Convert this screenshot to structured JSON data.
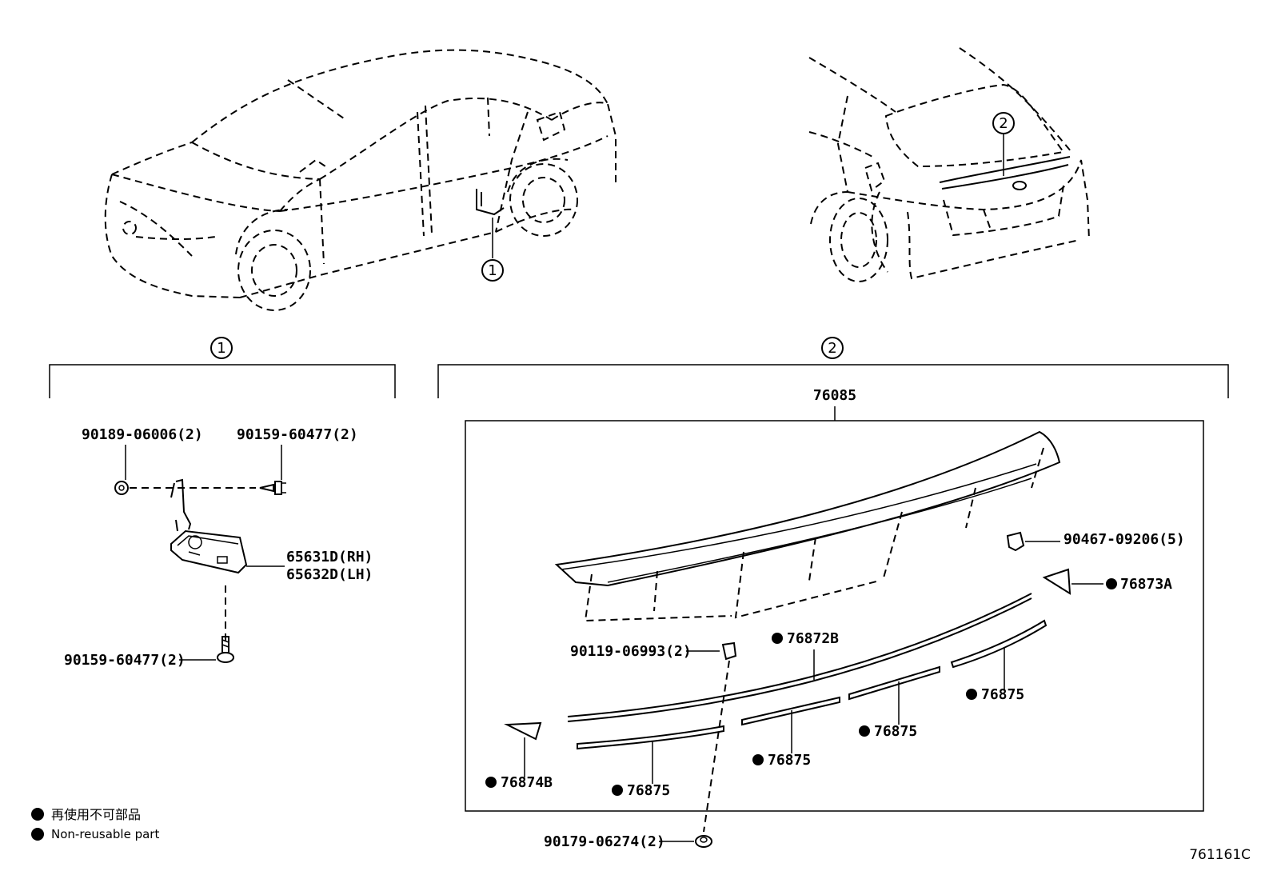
{
  "callouts": {
    "one": "1",
    "two": "2"
  },
  "labels": {
    "p76085": "76085",
    "p90189": "90189-06006(2)",
    "p90159_top": "90159-60477(2)",
    "p65631": "65631D(RH)",
    "p65632": "65632D(LH)",
    "p90159_bottom": "90159-60477(2)",
    "p90467": "90467-09206(5)",
    "p76873A": "76873A",
    "p90119": "90119-06993(2)",
    "p76872B": "76872B",
    "p76875_a": "76875",
    "p76875_b": "76875",
    "p76875_c": "76875",
    "p76875_d": "76875",
    "p76874B": "76874B",
    "p90179": "90179-06274(2)"
  },
  "legend": {
    "jp": "再使用不可部品",
    "en": "Non-reusable part"
  },
  "figure_code": "761161C"
}
